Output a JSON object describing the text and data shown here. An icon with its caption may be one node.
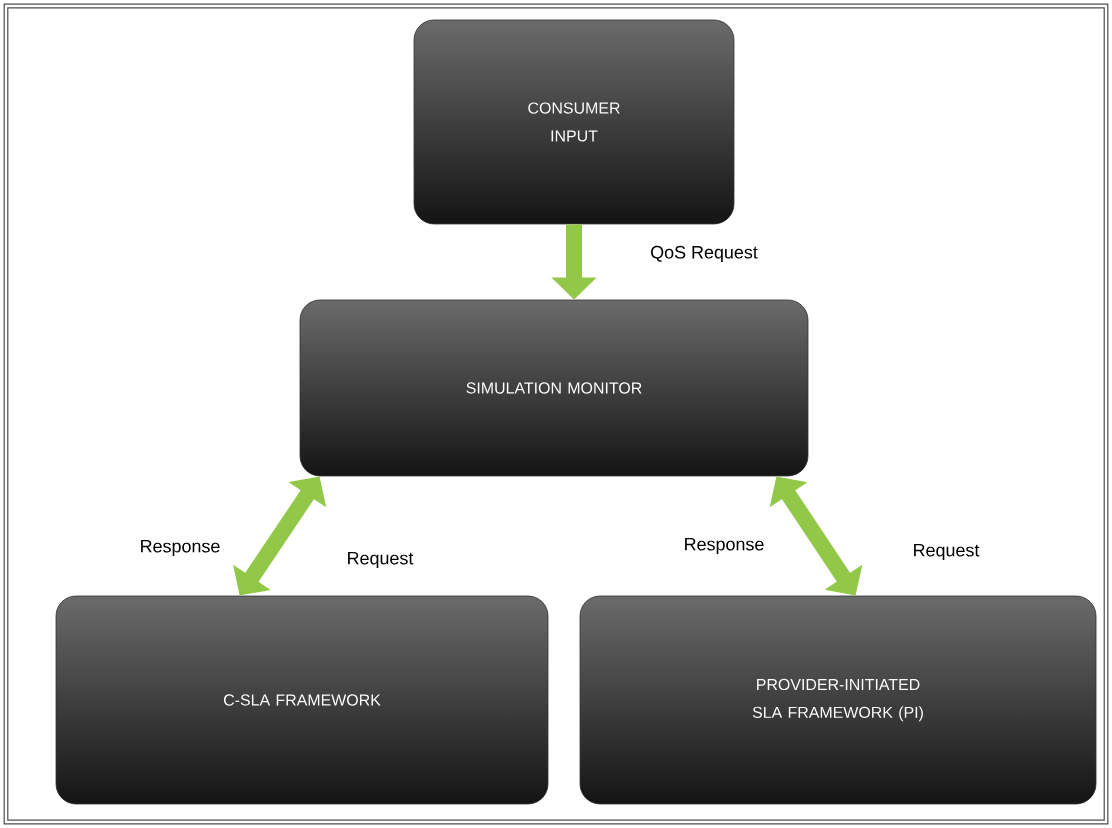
{
  "diagram": {
    "nodes": [
      {
        "text": [
          "CONSUMER INPUT"
        ]
      },
      {
        "text": [
          "SIMULATION MONITOR"
        ]
      },
      {
        "text": [
          "C-SLA FRAMEWORK"
        ]
      },
      {
        "text": [
          "PROVIDER-INITIATED SLA FRAMEWORK (PI)"
        ]
      }
    ],
    "edges": [
      {
        "from": 0,
        "to": 1,
        "arrow": "to",
        "label": "QoS Request"
      },
      {
        "from": 1,
        "to": 2,
        "arrow": "both",
        "label": "Request"
      },
      {
        "from": 1,
        "to": 3,
        "arrow": "both",
        "label": "Request"
      }
    ],
    "labels": [
      "Response",
      "Response"
    ]
  }
}
